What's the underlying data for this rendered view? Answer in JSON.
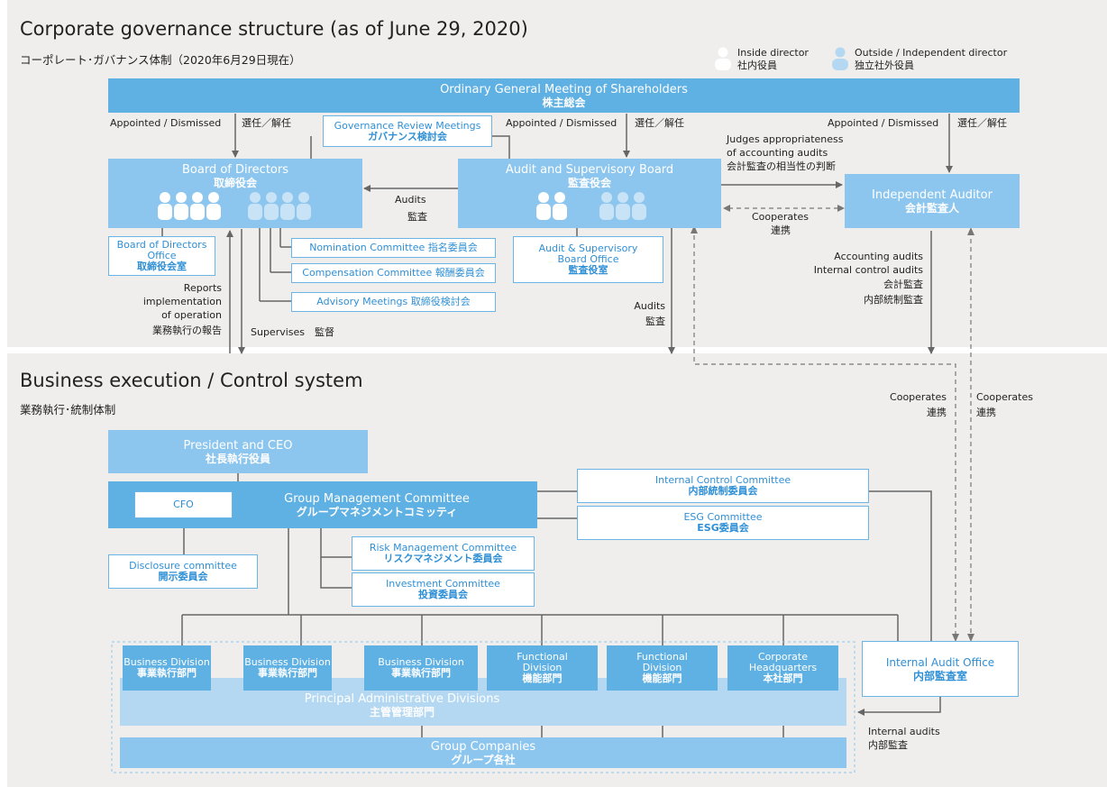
{
  "governance": {
    "title": "Corporate governance structure (as of June 29, 2020)",
    "subtitle": "コーポレート･ガバナンス体制（2020年6月29日現在）",
    "legend": {
      "inside_en": "Inside director",
      "inside_jp": "社内役員",
      "outside_en": "Outside / Independent director",
      "outside_jp": "独立社外役員"
    },
    "shareholders": {
      "en": "Ordinary General Meeting of Shareholders",
      "jp": "株主総会"
    },
    "appointed_en": "Appointed / Dismissed",
    "appointed_jp": "選任／解任",
    "governance_review": {
      "en": "Governance Review Meetings",
      "jp": "ガバナンス検討会"
    },
    "board": {
      "en": "Board of Directors",
      "jp": "取締役会",
      "inside_count": 4,
      "outside_count": 4
    },
    "board_office": {
      "en1": "Board of Directors",
      "en2": "Office",
      "jp": "取締役会室"
    },
    "nomination": "Nomination Committee 指名委員会",
    "compensation": "Compensation Committee 報酬委員会",
    "advisory": "Advisory Meetings 取締役検討会",
    "reports": {
      "l1": "Reports",
      "l2": "implementation",
      "l3": "of operation",
      "l4": "業務執行の報告"
    },
    "supervises": "Supervises　監督",
    "audits_left": {
      "en": "Audits",
      "jp": "監査"
    },
    "asb": {
      "en": "Audit and Supervisory Board",
      "jp": "監査役会",
      "inside_count": 2,
      "outside_count": 3
    },
    "asb_office": {
      "en1": "Audit & Supervisory",
      "en2": "Board Office",
      "jp": "監査役室"
    },
    "audits_down": {
      "en": "Audits",
      "jp": "監査"
    },
    "judges": {
      "l1": "Judges appropriateness",
      "l2": "of accounting audits",
      "l3": "会計監査の相当性の判断"
    },
    "auditor": {
      "en": "Independent Auditor",
      "jp": "会計監査人"
    },
    "cooperates": {
      "en": "Cooperates",
      "jp": "連携"
    },
    "accounting": {
      "l1": "Accounting audits",
      "l2": "Internal control audits",
      "l3": "会計監査",
      "l4": "内部統制監査"
    }
  },
  "execution": {
    "title": "Business execution / Control system",
    "subtitle": "業務執行･統制体制",
    "cooperates1": {
      "en": "Cooperates",
      "jp": "連携"
    },
    "cooperates2": {
      "en": "Cooperates",
      "jp": "連携"
    },
    "president": {
      "en": "President and CEO",
      "jp": "社長執行役員"
    },
    "gmc": {
      "en": "Group Management Committee",
      "jp": "グループマネジメントコミッティ"
    },
    "cfo": "CFO",
    "internal_control": {
      "en": "Internal Control Committee",
      "jp": "内部統制委員会"
    },
    "esg": {
      "en": "ESG Committee",
      "jp": "ESG委員会"
    },
    "risk": {
      "en": "Risk Management Committee",
      "jp": "リスクマネジメント委員会"
    },
    "investment": {
      "en": "Investment Committee",
      "jp": "投資委員会"
    },
    "disclosure": {
      "en": "Disclosure committee",
      "jp": "開示委員会"
    },
    "divisions": [
      {
        "l1": "Business Division",
        "l2": "",
        "jp": "事業執行部門"
      },
      {
        "l1": "Business Division",
        "l2": "",
        "jp": "事業執行部門"
      },
      {
        "l1": "Business Division",
        "l2": "",
        "jp": "事業執行部門"
      },
      {
        "l1": "Functional",
        "l2": "Division",
        "jp": "機能部門"
      },
      {
        "l1": "Functional",
        "l2": "Division",
        "jp": "機能部門"
      },
      {
        "l1": "Corporate",
        "l2": "Headquarters",
        "jp": "本社部門"
      }
    ],
    "principal": {
      "en": "Principal Administrative Divisions",
      "jp": "主管管理部門"
    },
    "group": {
      "en": "Group Companies",
      "jp": "グループ各社"
    },
    "internal_audit_office": {
      "en": "Internal Audit Office",
      "jp": "内部監査室"
    },
    "internal_audits": {
      "en": "Internal audits",
      "jp": "内部監査"
    }
  },
  "colors": {
    "panel": "#f0eeec",
    "box_mid": "#5fb0e3",
    "box_light": "#8cc6ee",
    "box_pale": "#b4d8f2",
    "line": "#666666"
  }
}
